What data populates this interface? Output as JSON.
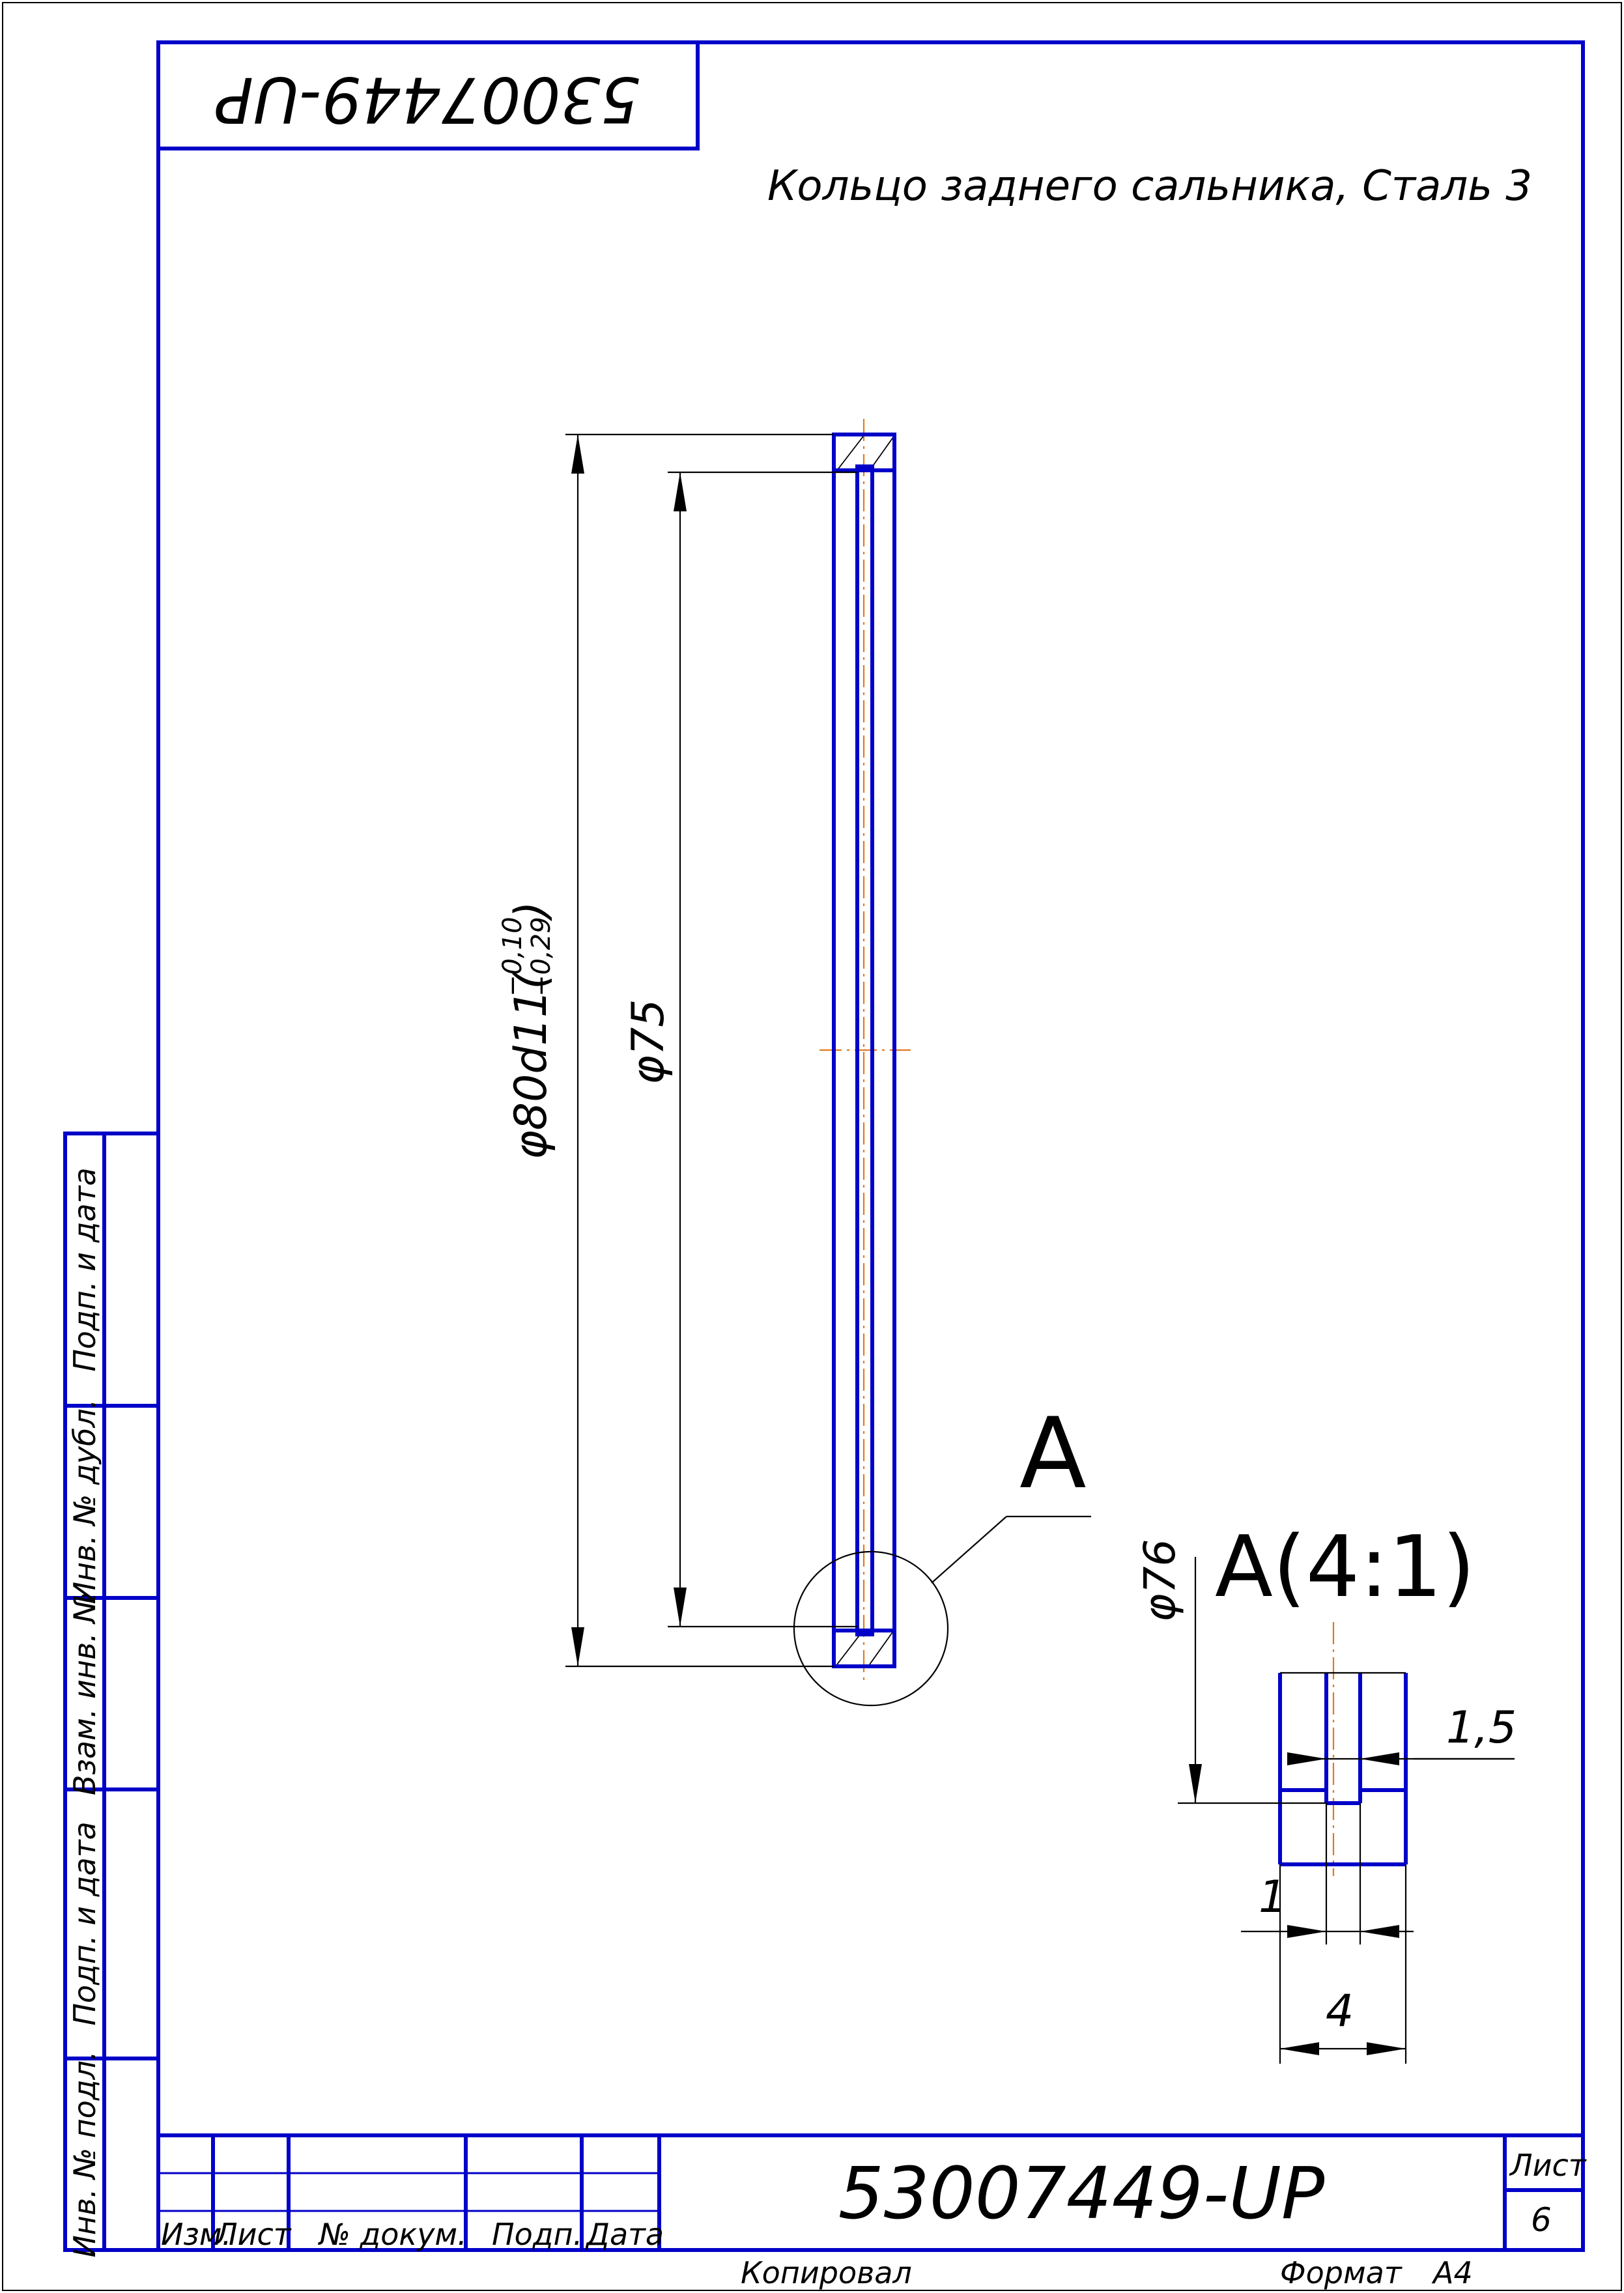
{
  "drawing": {
    "mirrored_number": "53007449-UP",
    "title": "Кольцо заднего сальника, Сталь 3",
    "dim_outer_main": "φ80d11(",
    "dim_outer_upper": "−0,10",
    "dim_outer_lower": "−0,29",
    "dim_outer_close": ")",
    "dim_inner": "φ75",
    "view_label": "А",
    "detail_title": "А(4:1)",
    "dim_detail_diam": "φ76",
    "dim_groove_depth": "1,5",
    "dim_groove_width": "1",
    "dim_total_width": "4"
  },
  "side_stamp": {
    "cells": [
      "Подп. и дата",
      "Инв. № дубл.",
      "Взам. инв. №",
      "Подп. и дата",
      "Инв. № подл."
    ]
  },
  "title_block": {
    "doc_number": "53007449-UP",
    "headers": [
      "Изм.",
      "Лист",
      "№ докум.",
      "Подп.",
      "Дата"
    ],
    "sheet_label": "Лист",
    "sheet_number": "6"
  },
  "footer": {
    "copied_label": "Копировал",
    "format_label": "Формат",
    "format_value": "А4"
  },
  "colors": {
    "frame": "#0000c8",
    "axis": "#e07820",
    "dimension": "#000000"
  }
}
